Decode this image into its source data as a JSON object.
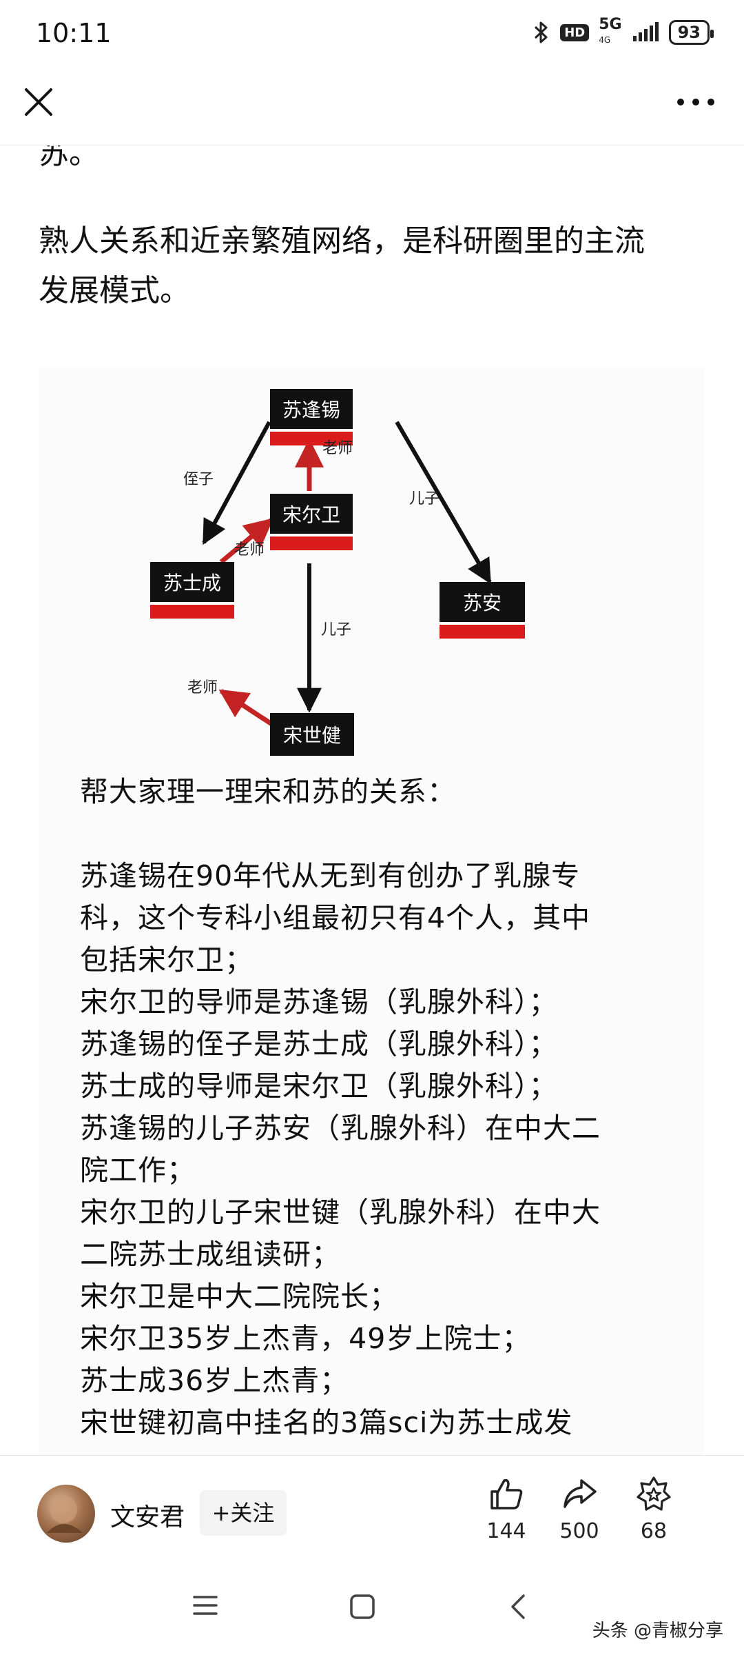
{
  "status": {
    "time": "10:11",
    "hd": "HD",
    "network": "5G",
    "network_sub": "4G",
    "battery": "93"
  },
  "toolbar": {
    "close_icon": "close-icon",
    "more_icon": "more-icon"
  },
  "article": {
    "prev_line": "苏。",
    "paragraph_lines": [
      "熟人关系和近亲繁殖网络，是科研圈里的主流",
      "发展模式。"
    ]
  },
  "diagram": {
    "nodes": {
      "su_fengxi": "苏逢锡",
      "song_erwei": "宋尔卫",
      "su_shicheng": "苏士成",
      "su_an": "苏安",
      "song_shijian": "宋世健"
    },
    "edges": {
      "nephew": "侄子",
      "son_left": "儿子",
      "son_right": "儿子",
      "teacher_top": "老师",
      "teacher_mid": "老师",
      "teacher_bottom": "老师"
    },
    "colors": {
      "node_bg": "#111111",
      "tag_bg": "#d91b1b",
      "black_arrow": "#111111",
      "red_arrow": "#c42323"
    }
  },
  "caption": {
    "lines": [
      "帮大家理一理宋和苏的关系：",
      "",
      "苏逢锡在90年代从无到有创办了乳腺专",
      "科，这个专科小组最初只有4个人，其中",
      "包括宋尔卫；",
      "宋尔卫的导师是苏逢锡（乳腺外科）；",
      "苏逢锡的侄子是苏士成（乳腺外科）；",
      "苏士成的导师是宋尔卫（乳腺外科）；",
      "苏逢锡的儿子苏安（乳腺外科）在中大二",
      "院工作；",
      "宋尔卫的儿子宋世键（乳腺外科）在中大",
      "二院苏士成组读研；",
      "宋尔卫是中大二院院长；",
      "宋尔卫35岁上杰青，49岁上院士；",
      "苏士成36岁上杰青；",
      "宋世键初高中挂名的3篇sci为苏士成发"
    ]
  },
  "bottom": {
    "author": "文安君",
    "follow_label": "+关注",
    "like_count": "144",
    "share_count": "500",
    "favorite_count": "68"
  },
  "nav": {
    "menu_icon": "menu-icon",
    "home_icon": "home-icon",
    "back_icon": "back-icon"
  },
  "watermark": "头条 @青椒分享"
}
